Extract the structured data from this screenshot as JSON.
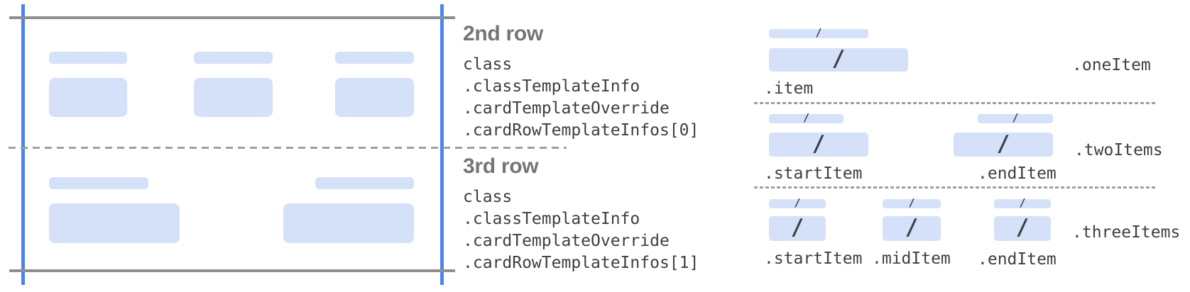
{
  "colors": {
    "accent_blue": "#4c83ee",
    "bar_blue": "#d5e1f9",
    "solid_line_gray": "#8a9096",
    "dash_line_gray": "#9aa0a6",
    "heading_gray": "#757575",
    "code_dark": "#3c4043"
  },
  "glyphs": {
    "slash": "/"
  },
  "annotations": {
    "row2": {
      "heading": "2nd row",
      "code_lines": [
        "class",
        ".classTemplateInfo",
        ".cardTemplateOverride",
        ".cardRowTemplateInfos[0]"
      ]
    },
    "row3": {
      "heading": "3rd row",
      "code_lines": [
        "class",
        ".classTemplateInfo",
        ".cardTemplateOverride",
        ".cardRowTemplateInfos[1]"
      ]
    }
  },
  "item_templates": {
    "one_item": {
      "name": ".oneItem",
      "item_labels": [
        ".item"
      ]
    },
    "two_items": {
      "name": ".twoItems",
      "item_labels": [
        ".startItem",
        ".endItem"
      ]
    },
    "three_items": {
      "name": ".threeItems",
      "item_labels": [
        ".startItem",
        ".midItem",
        ".endItem"
      ]
    }
  }
}
